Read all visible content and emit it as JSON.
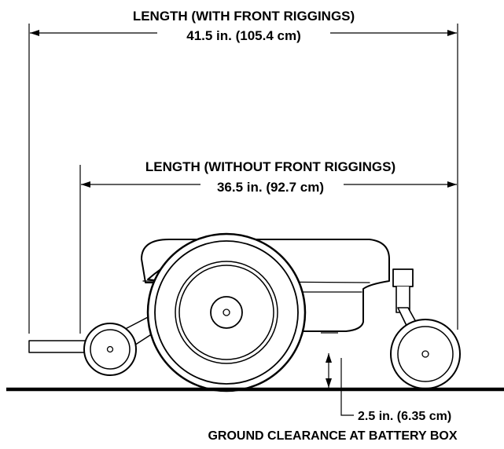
{
  "dimensions": {
    "length_with_riggings": {
      "label": "LENGTH (WITH FRONT RIGGINGS)",
      "value": "41.5 in. (105.4 cm)"
    },
    "length_without_riggings": {
      "label": "LENGTH (WITHOUT FRONT RIGGINGS)",
      "value": "36.5 in. (92.7 cm)"
    },
    "ground_clearance": {
      "value": "2.5 in. (6.35 cm)",
      "label": "GROUND CLEARANCE AT BATTERY BOX"
    }
  },
  "colors": {
    "line": "#000000",
    "background": "#ffffff"
  }
}
